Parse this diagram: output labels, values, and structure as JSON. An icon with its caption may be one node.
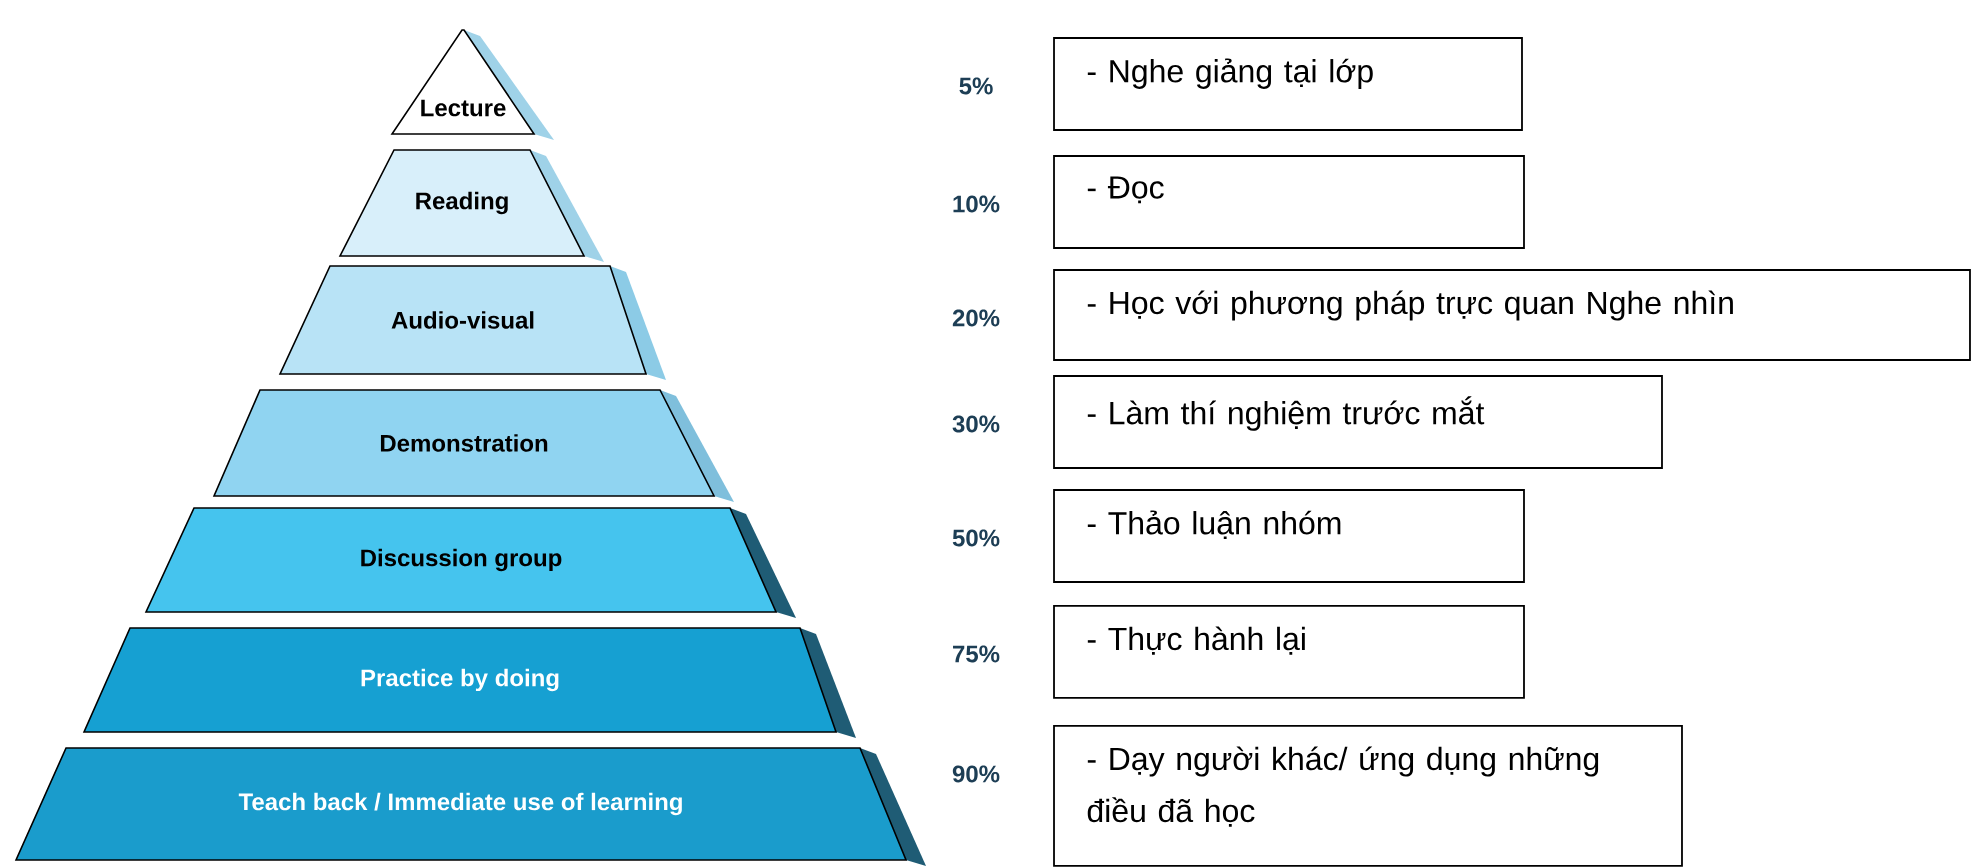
{
  "diagram": {
    "nodes": [
      {
        "text": [
          "Lecture"
        ]
      },
      {
        "text": [
          "Reading"
        ]
      },
      {
        "text": [
          "Audio-visual"
        ]
      },
      {
        "text": [
          "Demonstration"
        ]
      },
      {
        "text": [
          "Discussion group"
        ]
      },
      {
        "text": [
          "Practice by doing"
        ]
      },
      {
        "text": [
          "Teach back / Immediate use of learning"
        ]
      },
      {
        "text": [
          "- Nghe giảng tại lớp"
        ]
      },
      {
        "text": [
          "- Đọc"
        ]
      },
      {
        "text": [
          "- Học với phương pháp trực quan Nghe nhìn"
        ]
      },
      {
        "text": [
          "- Làm thí nghiệm trước mắt"
        ]
      },
      {
        "text": [
          "- Thảo luận nhóm"
        ]
      },
      {
        "text": [
          "- Thực hành lại"
        ]
      },
      {
        "text": [
          "- Dạy người khác/ ứng dụng những điều đã học"
        ]
      }
    ],
    "labels": [
      "5%",
      "10%",
      "20%",
      "30%",
      "50%",
      "75%",
      "90%"
    ]
  }
}
